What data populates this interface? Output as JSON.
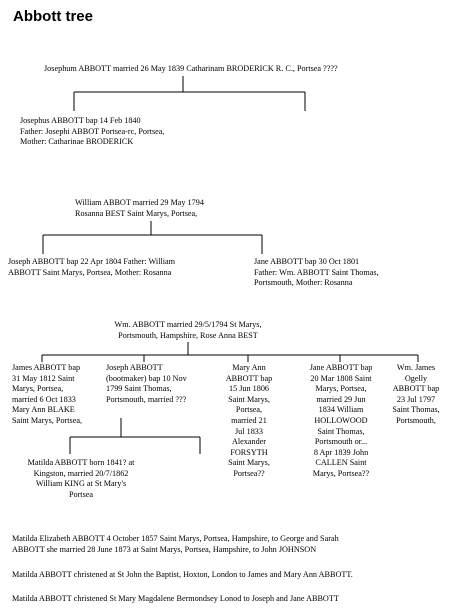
{
  "title": "Abbott tree",
  "tree1": {
    "marriage": "Josephum ABBOTT married 26 May 1839 Catharinam BRODERICK R. C., Portsea ????",
    "child1": [
      "Josephus ABBOTT bap 14 Feb 1840",
      "Father: Josephi ABBOT Portsea-rc, Portsea,",
      "Mother: Catharinae BRODERICK"
    ]
  },
  "tree2": {
    "marriage": [
      "William ABBOT married 29 May 1794",
      "Rosanna BEST Saint Marys, Portsea,"
    ],
    "child1": [
      "Joseph ABBOTT bap  22 Apr 1804 Father: William",
      "ABBOTT Saint Marys, Portsea, Mother: Rosanna"
    ],
    "child2": [
      "Jane ABBOTT bap  30 Oct 1801",
      "Father: Wm. ABBOTT Saint Thomas,",
      "Portsmouth, Mother: Rosanna"
    ]
  },
  "tree3": {
    "marriage": [
      "Wm. ABBOTT married 29/5/1794 St Marys,",
      "Portsmouth, Hampshire, Rose Anna  BEST"
    ],
    "child1": [
      "James ABBOTT bap",
      "31 May 1812 Saint",
      "Marys, Portsea,",
      "married 6 Oct 1833",
      "Mary Ann BLAKE",
      "Saint Marys, Portsea,"
    ],
    "child2": [
      "Joseph ABBOTT",
      "(bootmaker) bap 10 Nov",
      "1799 Saint Thomas,",
      "Portsmouth, married ???"
    ],
    "child3": [
      "Mary Ann",
      "ABBOTT bap",
      "15 Jun 1806",
      "Saint Marys,",
      "Portsea,",
      "married 21",
      "Jul 1833",
      "Alexander",
      "FORSYTH",
      "Saint Marys,",
      "Portsea??"
    ],
    "child4": [
      "Jane ABBOTT bap",
      "20 Mar 1808  Saint",
      "Marys, Portsea,",
      "married 29 Jun",
      "1834 William",
      "HOLLOWOOD",
      "Saint Thomas,",
      "Portsmouth or...",
      "8 Apr 1839  John",
      "CALLEN Saint",
      "Marys, Portsea??"
    ],
    "child5": [
      "Wm. James",
      "Ogelly",
      "ABBOTT bap",
      "23 Jul 1797",
      "Saint Thomas,",
      "Portsmouth,"
    ],
    "grandchild": [
      "Matilda ABBOTT born 1841? at",
      "Kingston,  married 20/7/1862",
      "William KING at St Mary's",
      "Portsea"
    ]
  },
  "notes": [
    [
      "Matilda Elizabeth ABBOTT 4 October 1857 Saint Marys, Portsea, Hampshire, to George and Sarah",
      "ABBOTT she married 28 June 1873 at  Saint Marys, Portsea, Hampshire, to John JOHNSON"
    ],
    [
      "Matilda ABBOTT christened at St John the Baptist, Hoxton, London to James and Mary Ann ABBOTT."
    ],
    [
      "Matilda ABBOTT christened St Mary Magdalene Bermondsey Lonod to Joseph and Jane ABBOTT"
    ]
  ]
}
